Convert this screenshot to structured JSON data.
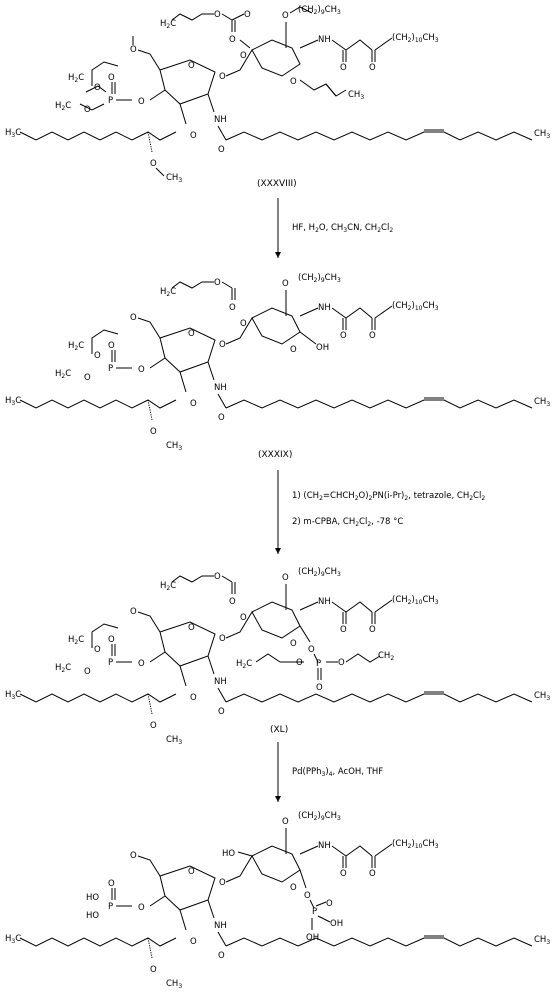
{
  "compounds": [
    {
      "label": "(XXXVIII)"
    },
    {
      "label": "(XXXIX)"
    },
    {
      "label": "(XL)"
    },
    {
      "label": ""
    }
  ],
  "steps": [
    {
      "line1": "HF, H2O, CH3CN, CH2Cl2",
      "line2": ""
    },
    {
      "line1": "1) (CH2=CHCH2O)2PN(i-Pr)2, tetrazole, CH2Cl2",
      "line2": "2) m-CPBA, CH2Cl2, -78 °C"
    },
    {
      "line1": "Pd(PPh3)4, AcOH, THF",
      "line2": ""
    }
  ],
  "atoms": {
    "O": "O",
    "OH": "OH",
    "HO": "HO",
    "NH": "NH",
    "P": "P",
    "OCH3": "OCH3",
    "H3C": "H3C",
    "H2C": "H2C",
    "CH3": "CH3",
    "CH2_9": "(CH2)9",
    "CH2_10": "(CH2)10"
  }
}
